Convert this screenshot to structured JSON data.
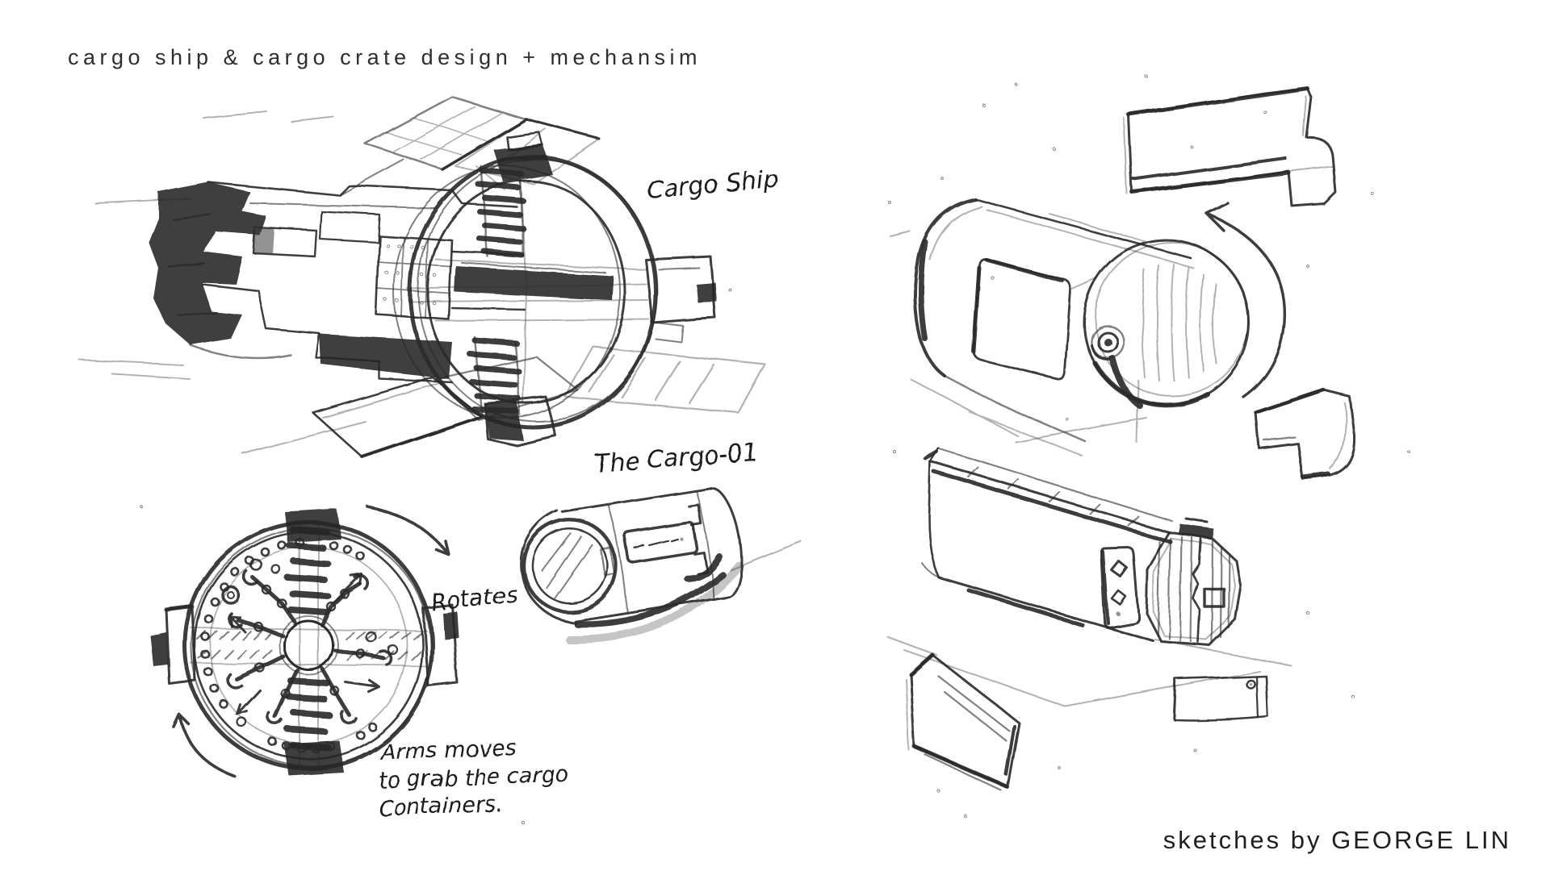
{
  "page": {
    "title": "cargo ship & cargo crate design + mechansim",
    "credit": "sketches by GEORGE LIN",
    "background": "#ffffff"
  },
  "annotations": {
    "cargo_ship": "Cargo Ship",
    "cargo_01": "The Cargo-01",
    "rotates": "Rotates",
    "arms_note": [
      "Arms moves",
      "to grab the cargo",
      "Containers."
    ]
  },
  "colors": {
    "ink": "#242424",
    "pencil_mid": "#4a4a4a",
    "pencil_light": "#707070",
    "text": "#2e2e2e"
  }
}
